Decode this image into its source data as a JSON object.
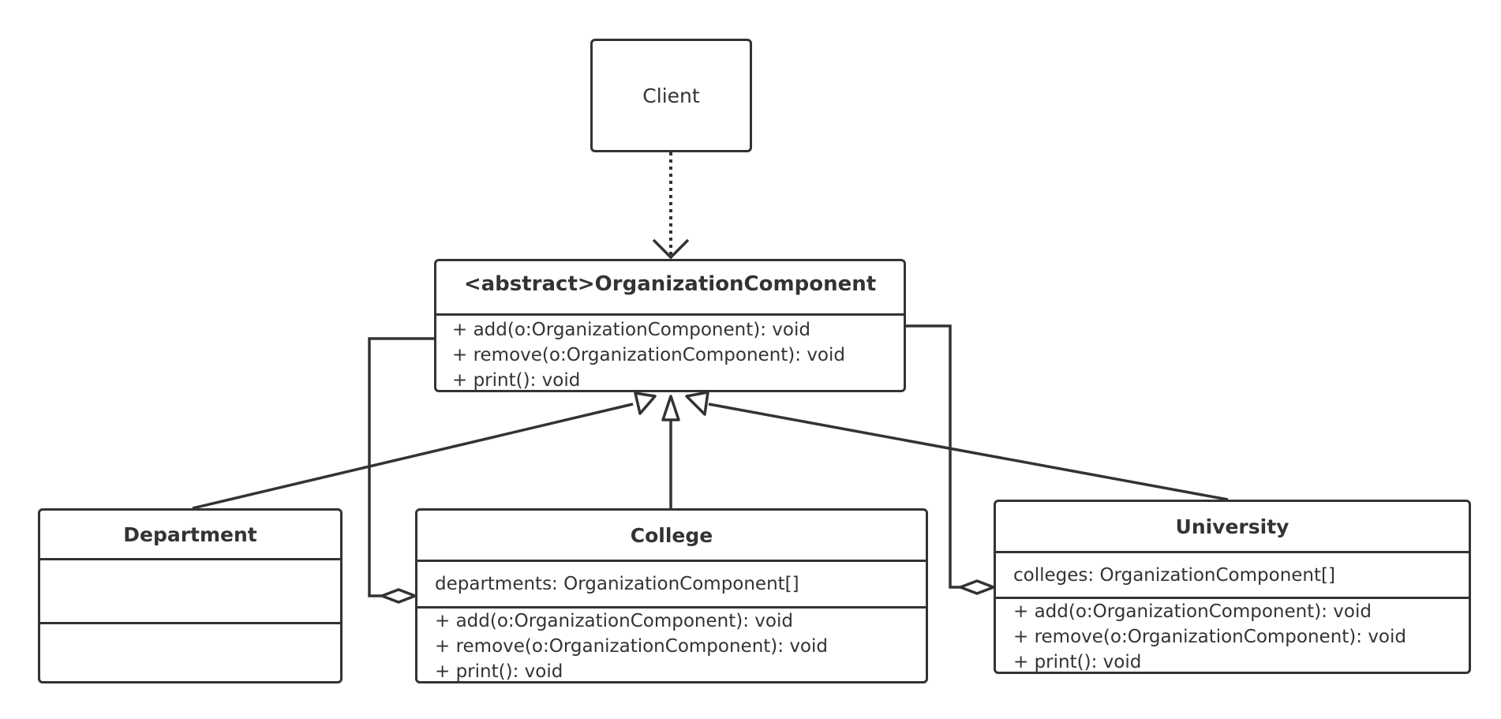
{
  "diagram": {
    "client": {
      "label": "Client"
    },
    "organization_component": {
      "title": "<abstract>OrganizationComponent",
      "methods": [
        "+ add(o:OrganizationComponent): void",
        "+ remove(o:OrganizationComponent): void",
        "+ print(): void"
      ]
    },
    "department": {
      "title": "Department",
      "attributes": [],
      "methods": []
    },
    "college": {
      "title": "College",
      "attributes": [
        "departments: OrganizationComponent[]"
      ],
      "methods": [
        "+ add(o:OrganizationComponent): void",
        "+ remove(o:OrganizationComponent): void",
        "+ print(): void"
      ]
    },
    "university": {
      "title": "University",
      "attributes": [
        "colleges: OrganizationComponent[]"
      ],
      "methods": [
        "+ add(o:OrganizationComponent): void",
        "+ remove(o:OrganizationComponent): void",
        "+ print(): void"
      ]
    },
    "relationships": [
      {
        "from": "Client",
        "to": "OrganizationComponent",
        "kind": "dependency"
      },
      {
        "from": "Department",
        "to": "OrganizationComponent",
        "kind": "generalization"
      },
      {
        "from": "College",
        "to": "OrganizationComponent",
        "kind": "generalization"
      },
      {
        "from": "University",
        "to": "OrganizationComponent",
        "kind": "generalization"
      },
      {
        "from": "College",
        "to": "OrganizationComponent",
        "kind": "aggregation"
      },
      {
        "from": "University",
        "to": "OrganizationComponent",
        "kind": "aggregation"
      }
    ],
    "colors": {
      "stroke": "#333333",
      "background": "#ffffff",
      "text": "#333333"
    }
  }
}
